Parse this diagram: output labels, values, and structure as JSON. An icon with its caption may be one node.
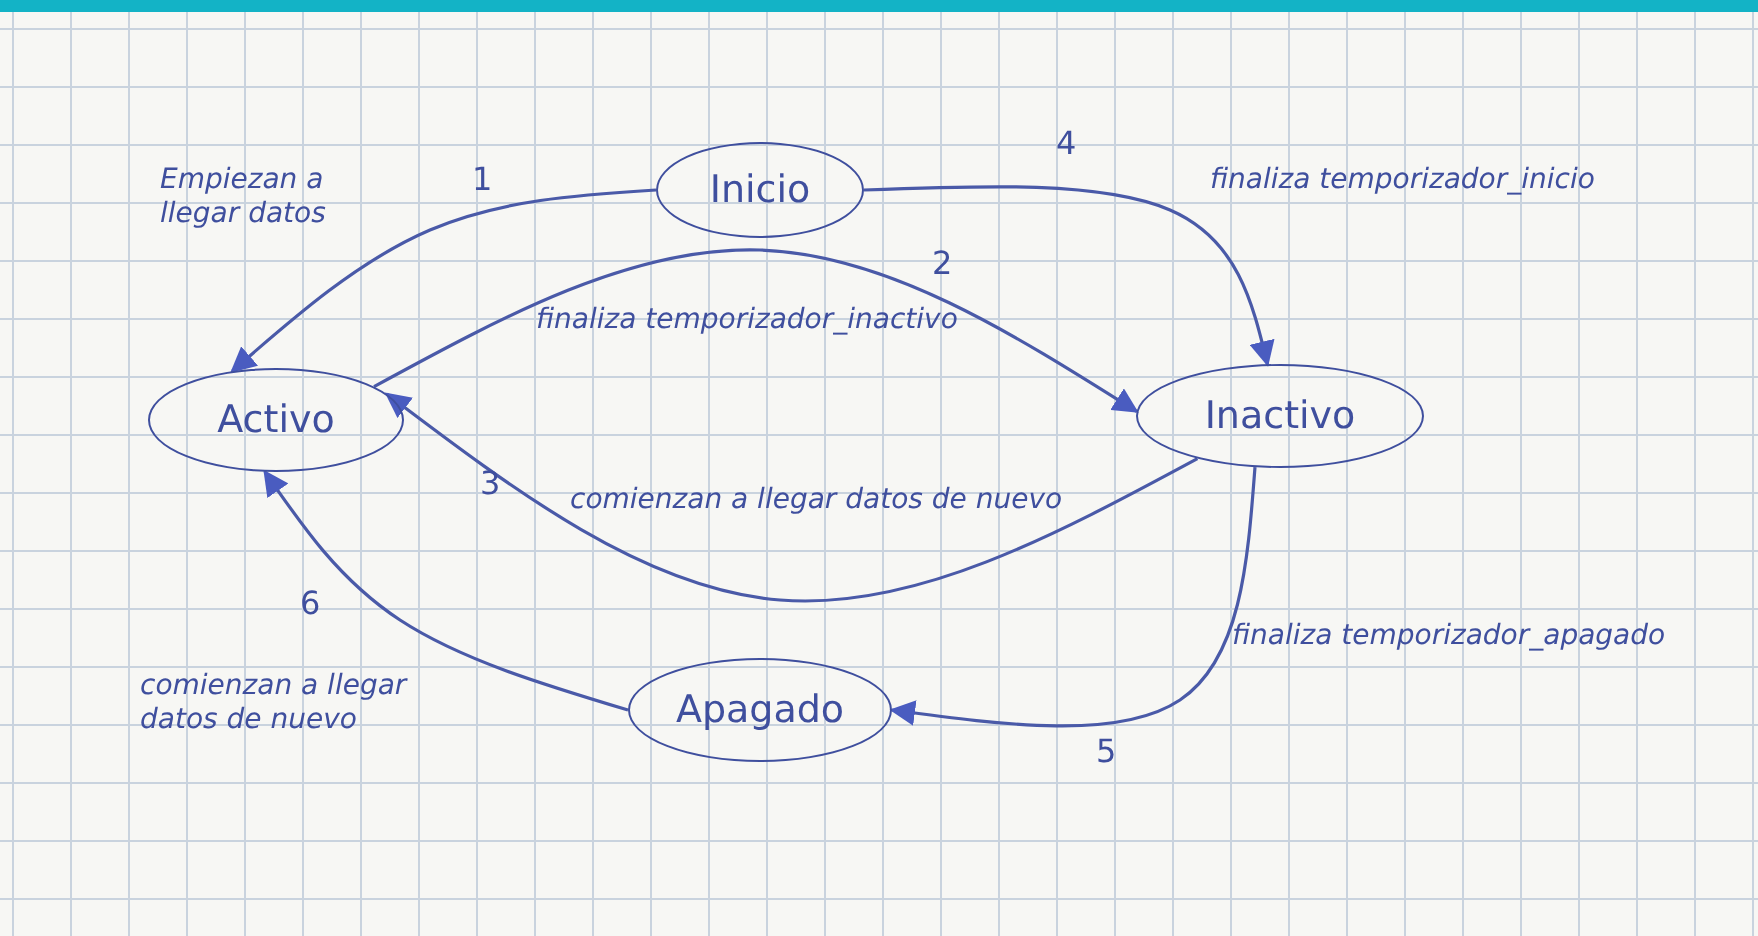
{
  "diagram": {
    "nodes": [
      {
        "text": [
          "Inicio"
        ]
      },
      {
        "text": [
          "Activo"
        ]
      },
      {
        "text": [
          "Inactivo"
        ]
      },
      {
        "text": [
          "Apagado"
        ]
      }
    ],
    "edges": [
      {
        "from": 0,
        "to": 1,
        "arrow": "to",
        "label": "Empiezan a llegar datos"
      },
      {
        "from": 1,
        "to": 2,
        "arrow": "to",
        "label": "finaliza temporizador_inactivo"
      },
      {
        "from": 2,
        "to": 1,
        "arrow": "to",
        "label": "comienzan a llegar datos de nuevo"
      },
      {
        "from": 0,
        "to": 2,
        "arrow": "to",
        "label": "finaliza temporizador_inicio"
      },
      {
        "from": 2,
        "to": 3,
        "arrow": "to",
        "label": "finaliza temporizador_apagado"
      },
      {
        "from": 3,
        "to": 1,
        "arrow": "to",
        "label": "comienzan a llegar datos de nuevo"
      }
    ],
    "labels": [
      "1",
      "4",
      "2",
      "3",
      "6",
      "5"
    ]
  }
}
